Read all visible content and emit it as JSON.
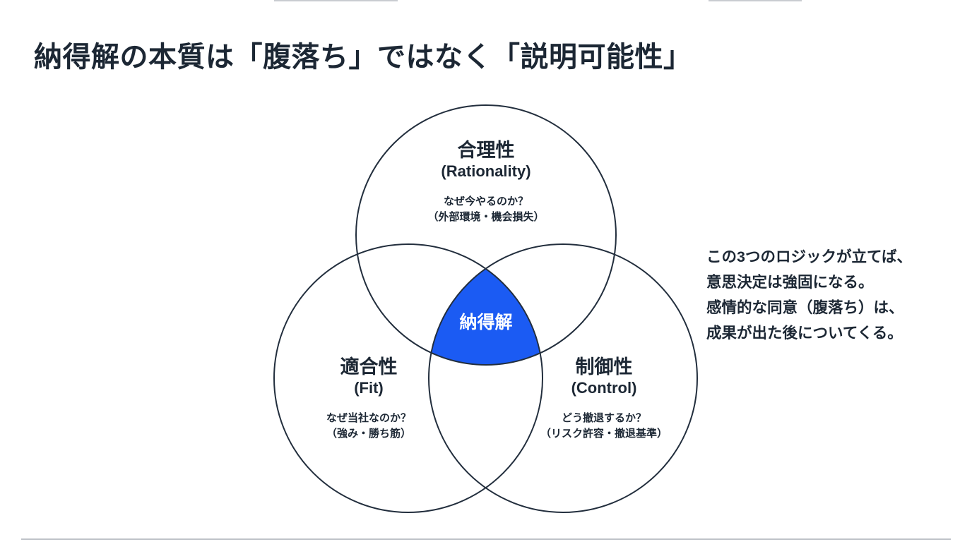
{
  "title": "納得解の本質は「腹落ち」ではなく「説明可能性」",
  "colors": {
    "accent_blue": "#1b5bf3",
    "circle_stroke": "#222e3d",
    "text_dark": "#1c2734",
    "background": "#ffffff"
  },
  "venn": {
    "center_label": "納得解",
    "circles": [
      {
        "id": "rationality",
        "title": "合理性",
        "subtitle": "(Rationality)",
        "line1": "なぜ今やるのか？",
        "line2": "（外部環境・機会損失）"
      },
      {
        "id": "fit",
        "title": "適合性",
        "subtitle": "(Fit)",
        "line1": "なぜ当社なのか？",
        "line2": "（強み・勝ち筋）"
      },
      {
        "id": "control",
        "title": "制御性",
        "subtitle": "(Control)",
        "line1": "どう撤退するか？",
        "line2": "（リスク許容・撤退基準）"
      }
    ]
  },
  "side_note": {
    "line1": "この3つのロジックが立てば、",
    "line2": "意思決定は強固になる。",
    "line3": "感情的な同意（腹落ち）は、",
    "line4": "成果が出た後についてくる。"
  }
}
